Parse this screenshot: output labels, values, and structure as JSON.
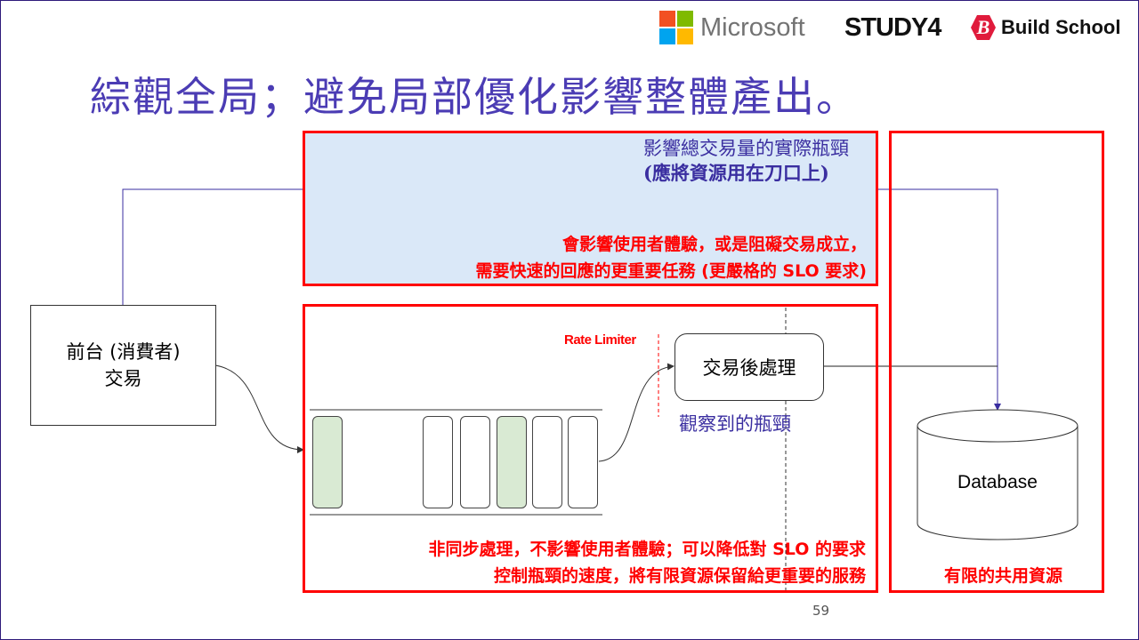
{
  "title": "綜觀全局；避免局部優化影響整體產出。",
  "logos": {
    "microsoft": "Microsoft",
    "study4": "STUDY4",
    "buildschool": "Build School",
    "buildschool_mark": "B"
  },
  "top_box": {
    "line1": "影響總交易量的實際瓶頸",
    "line2": "(應將資源用在刀口上)",
    "red1": "會影響使用者體驗，或是阻礙交易成立，",
    "red2": "需要快速的回應的更重要任務 (更嚴格的 SLO 要求)"
  },
  "front_box": {
    "line1": "前台 (消費者)",
    "line2": "交易"
  },
  "rate_limiter": "Rate Limiter",
  "post_process": "交易後處理",
  "observed_bottleneck": "觀察到的瓶頸",
  "bottom_box": {
    "red1": "非同步處理，不影響使用者體驗；可以降低對 SLO 的要求",
    "red2": "控制瓶頸的速度，將有限資源保留給更重要的服務"
  },
  "database": "Database",
  "shared_resource": "有限的共用資源",
  "page_number": "59",
  "colors": {
    "title": "#4b3cb4",
    "red": "#ff0000",
    "blue_fill": "#dae8f8",
    "green_fill": "#d9ead3"
  }
}
